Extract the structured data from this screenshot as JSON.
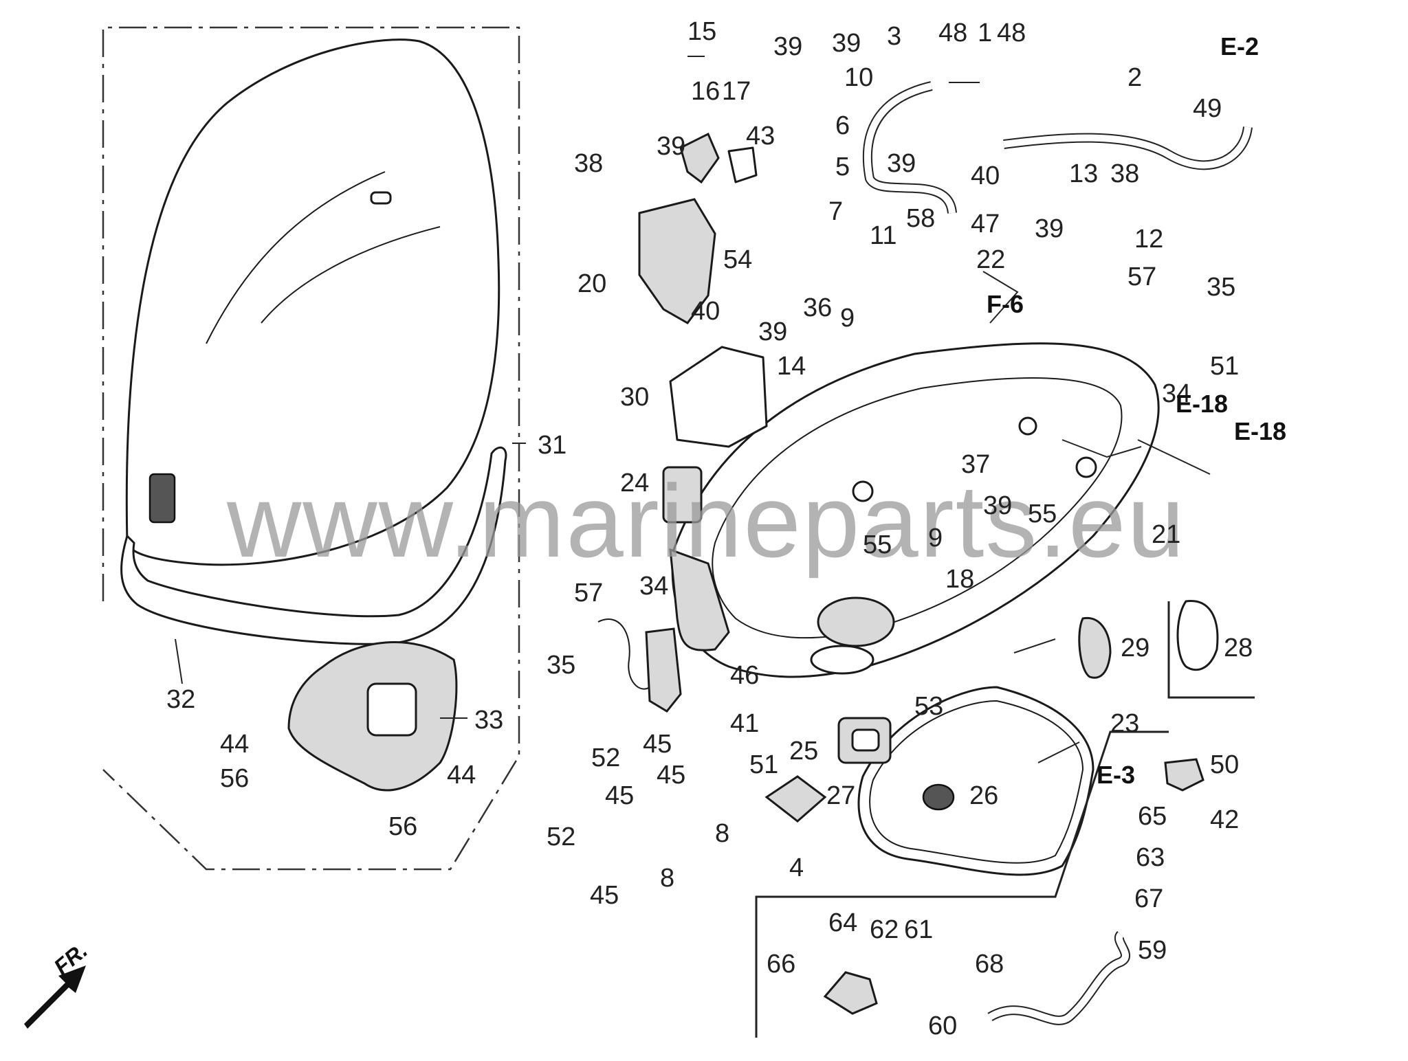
{
  "watermark": "www.marineparts.eu",
  "front_marker": "FR.",
  "callouts": [
    "1",
    "2",
    "3",
    "4",
    "5",
    "6",
    "7",
    "8",
    "9",
    "10",
    "11",
    "12",
    "13",
    "14",
    "15",
    "16",
    "17",
    "18",
    "20",
    "21",
    "22",
    "23",
    "24",
    "25",
    "26",
    "27",
    "28",
    "29",
    "30",
    "31",
    "32",
    "33",
    "34",
    "35",
    "36",
    "37",
    "38",
    "39",
    "40",
    "41",
    "42",
    "43",
    "44",
    "45",
    "46",
    "47",
    "48",
    "49",
    "50",
    "51",
    "52",
    "53",
    "54",
    "55",
    "56",
    "57",
    "58",
    "59",
    "60",
    "61",
    "62",
    "63",
    "64",
    "65",
    "66",
    "67",
    "68"
  ],
  "references": [
    "E-2",
    "E-3",
    "E-18",
    "F-6"
  ]
}
